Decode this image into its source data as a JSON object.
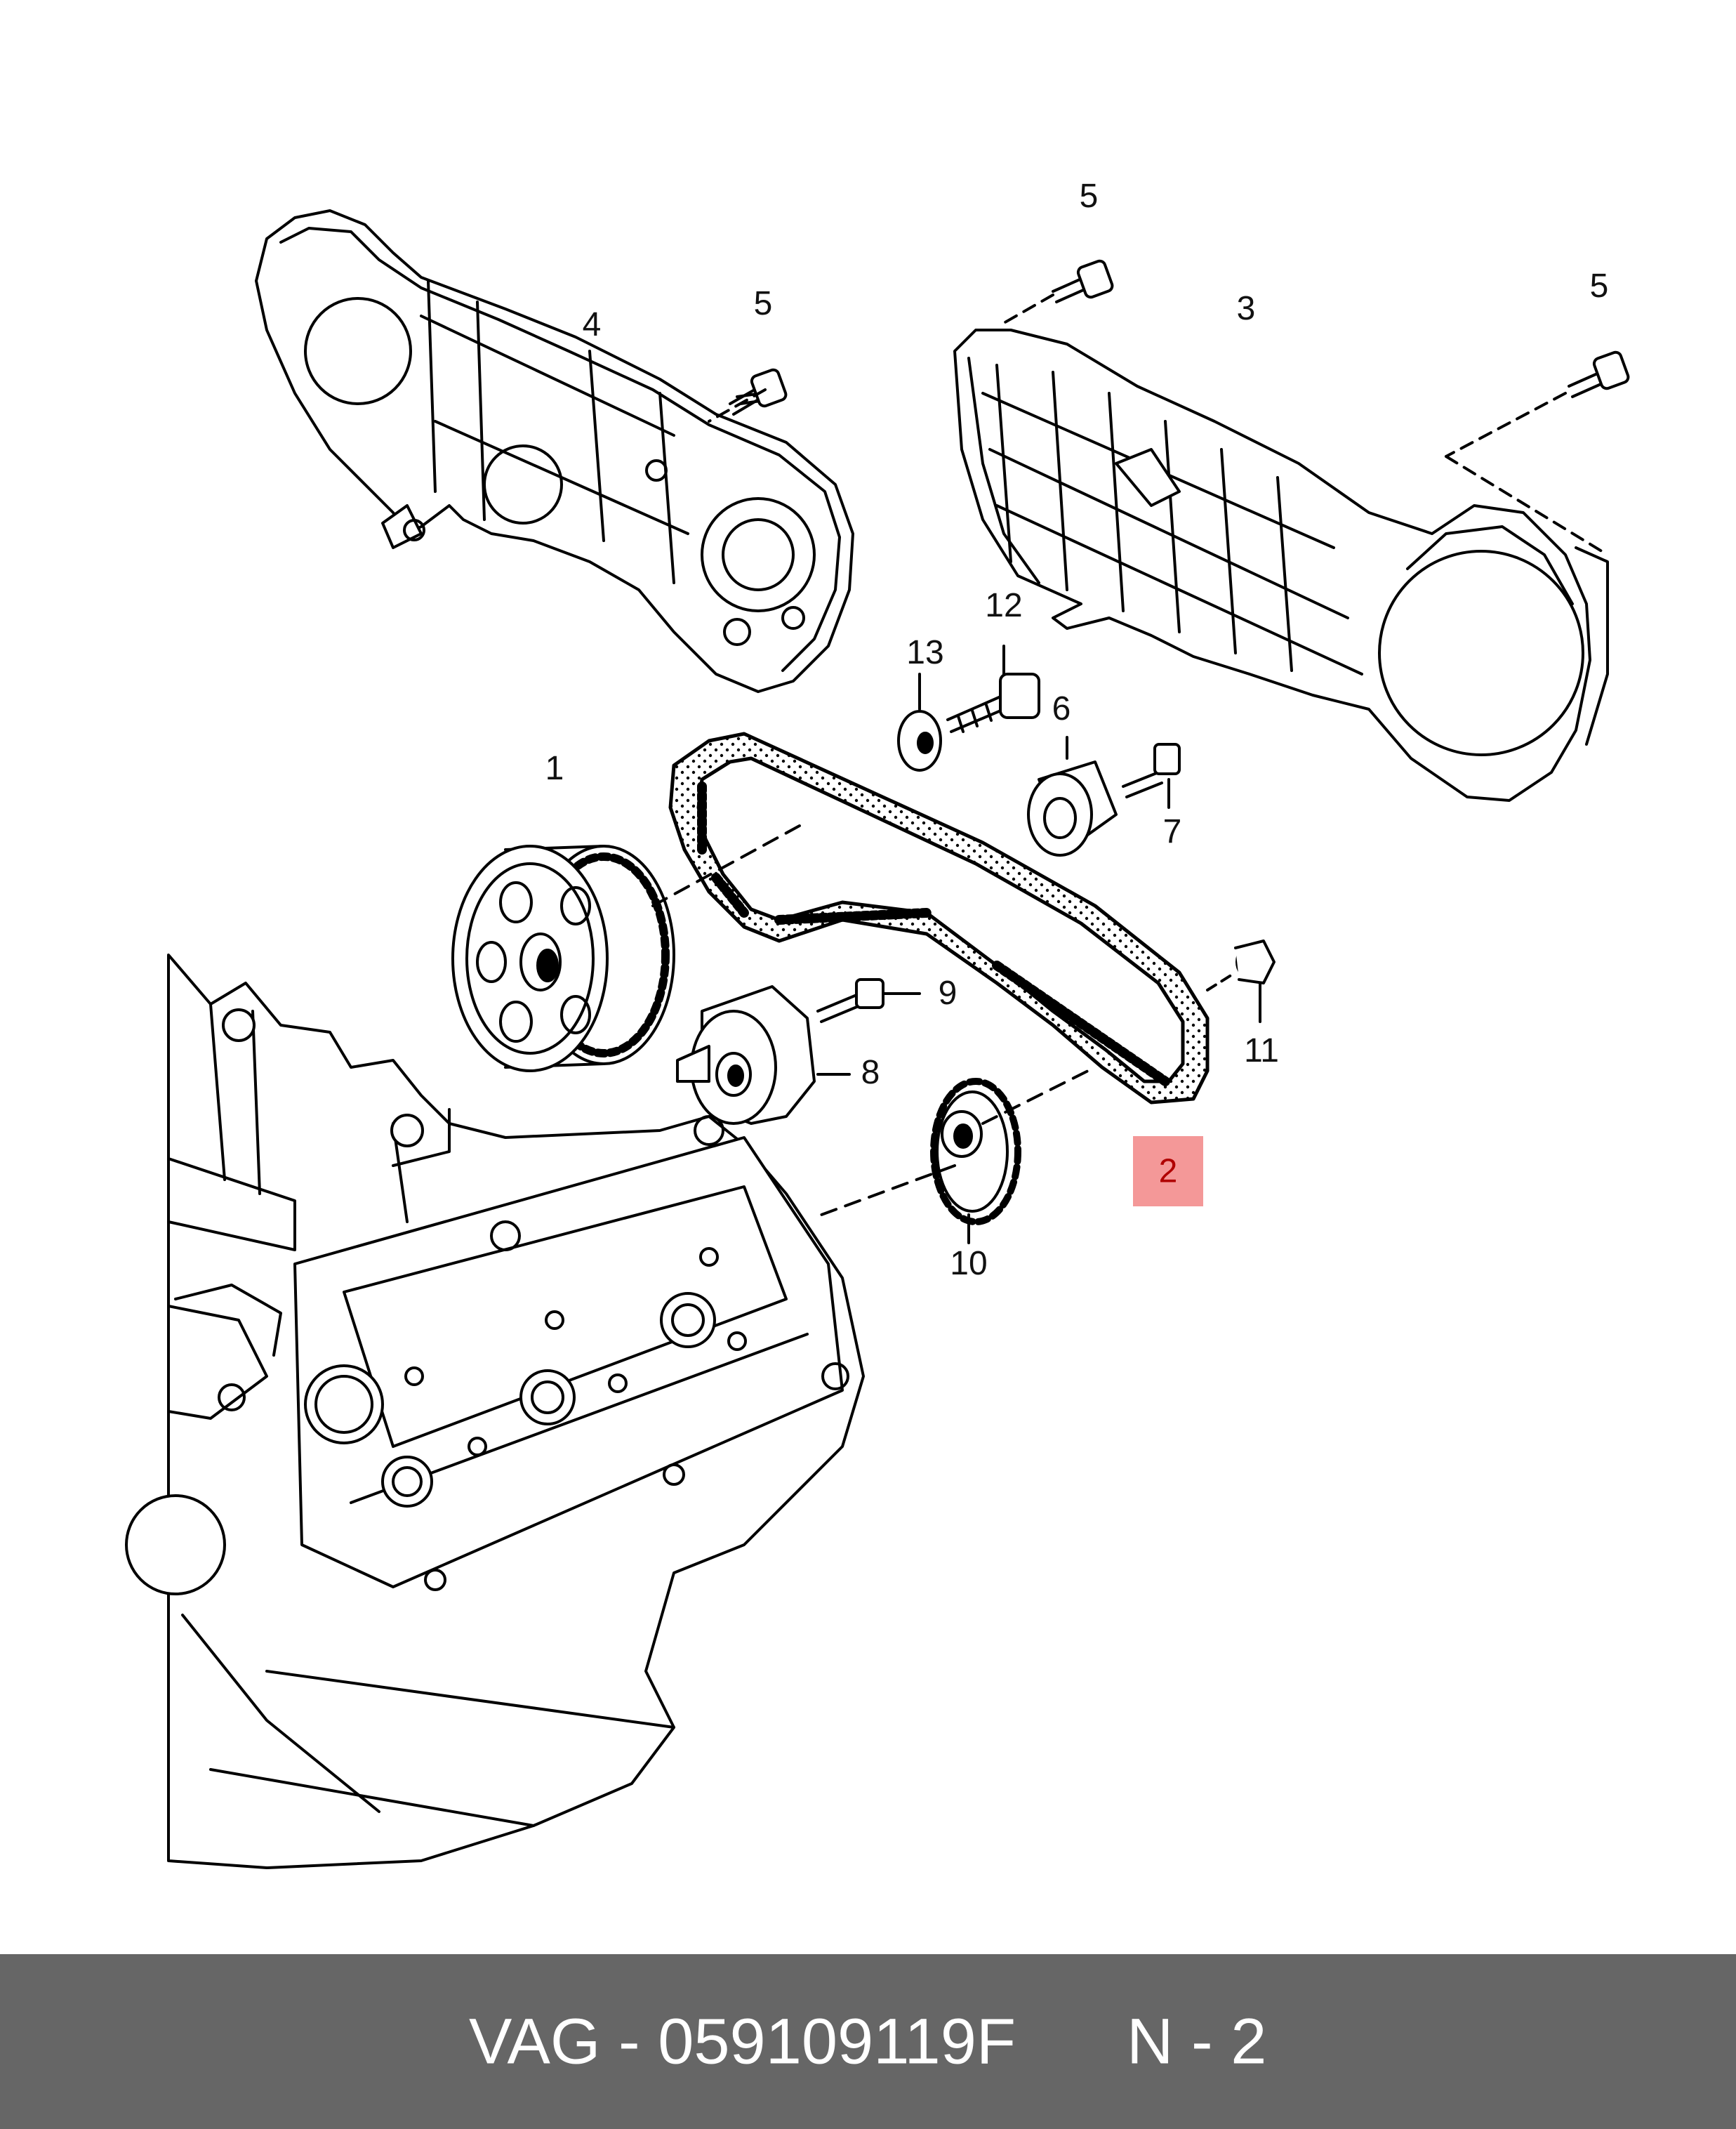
{
  "diagram": {
    "callouts": {
      "p1": "1",
      "p2": "2",
      "p3": "3",
      "p4": "4",
      "p5a": "5",
      "p5b": "5",
      "p5c": "5",
      "p6": "6",
      "p7": "7",
      "p8": "8",
      "p9": "9",
      "p10": "10",
      "p11": "11",
      "p12": "12",
      "p13": "13"
    },
    "highlight_color": "#f49898",
    "highlight_text_color": "#b00000"
  },
  "footer": {
    "part": "VAG - 059109119F",
    "position": "N - 2",
    "background": "#666666"
  }
}
